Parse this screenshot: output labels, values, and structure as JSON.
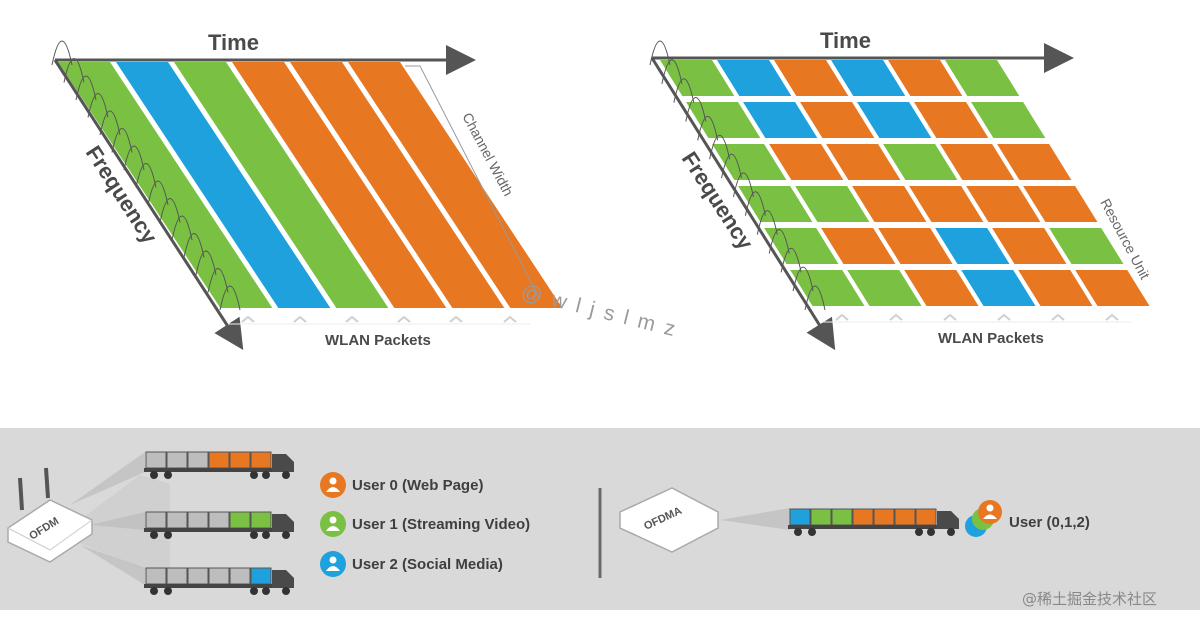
{
  "left_diagram": {
    "time_label": "Time",
    "frequency_label": "Frequency",
    "channel_label": "Channel Width",
    "packets_label": "WLAN Packets",
    "stripe_colors": [
      "#7ac143",
      "#1ea1dc",
      "#7ac143",
      "#e87722",
      "#e87722",
      "#e87722"
    ]
  },
  "right_diagram": {
    "time_label": "Time",
    "frequency_label": "Frequency",
    "unit_label": "Resource Unit",
    "packets_label": "WLAN Packets",
    "grid_colors": [
      [
        "#7ac143",
        "#1ea1dc",
        "#e87722",
        "#1ea1dc",
        "#e87722",
        "#7ac143"
      ],
      [
        "#7ac143",
        "#1ea1dc",
        "#e87722",
        "#1ea1dc",
        "#e87722",
        "#7ac143"
      ],
      [
        "#7ac143",
        "#e87722",
        "#e87722",
        "#7ac143",
        "#e87722",
        "#e87722"
      ],
      [
        "#7ac143",
        "#7ac143",
        "#e87722",
        "#e87722",
        "#e87722",
        "#e87722"
      ],
      [
        "#7ac143",
        "#e87722",
        "#e87722",
        "#1ea1dc",
        "#e87722",
        "#7ac143"
      ],
      [
        "#7ac143",
        "#7ac143",
        "#e87722",
        "#1ea1dc",
        "#e87722",
        "#e87722"
      ]
    ]
  },
  "bottom_panel": {
    "router_left_label": "OFDM",
    "router_right_label": "OFDMA",
    "legend": [
      {
        "label": "User 0 (Web Page)",
        "color": "#e87722"
      },
      {
        "label": "User 1 (Streaming Video)",
        "color": "#7ac143"
      },
      {
        "label": "User 2 (Social Media)",
        "color": "#1ea1dc"
      }
    ],
    "combined_user_label": "User (0,1,2)"
  },
  "watermarks": {
    "center": "@ w l j s l m z",
    "corner": "@稀土掘金技术社区"
  },
  "colors": {
    "orange": "#e87722",
    "green": "#7ac143",
    "blue": "#1ea1dc",
    "text": "#4a4a4a",
    "panel_bg": "#d9d9d9"
  }
}
